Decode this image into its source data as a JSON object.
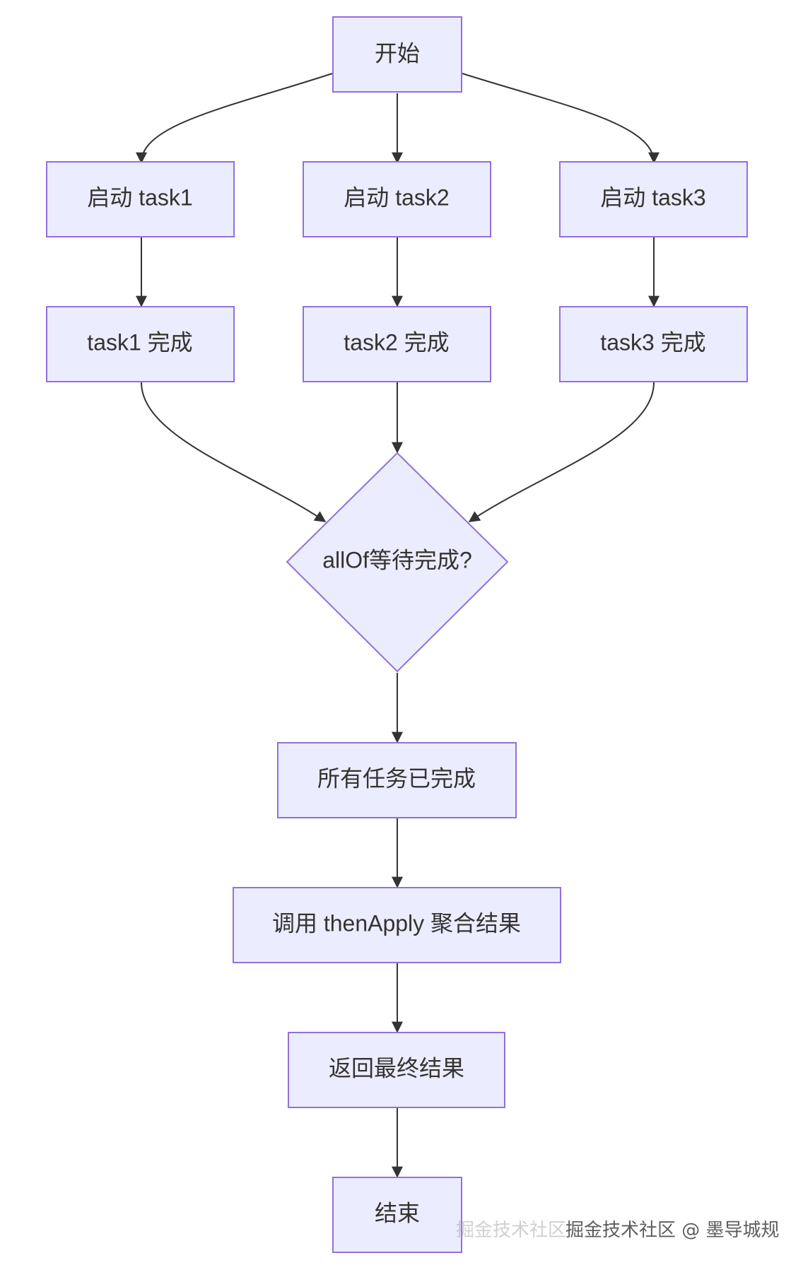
{
  "nodes": {
    "start": "开始",
    "launch_task1": "启动 task1",
    "launch_task2": "启动 task2",
    "launch_task3": "启动 task3",
    "task1_done": "task1 完成",
    "task2_done": "task2 完成",
    "task3_done": "task3 完成",
    "decision": "allOf等待完成?",
    "all_done": "所有任务已完成",
    "aggregate": "调用 thenApply 聚合结果",
    "return_result": "返回最终结果",
    "end": "结束"
  },
  "watermark": {
    "faded": "掘金技术社区",
    "text": "掘金技术社区 @ 墨导城规"
  },
  "colors": {
    "node_fill": "#ececff",
    "node_stroke": "#9370db",
    "edge": "#333333",
    "text": "#333333"
  }
}
